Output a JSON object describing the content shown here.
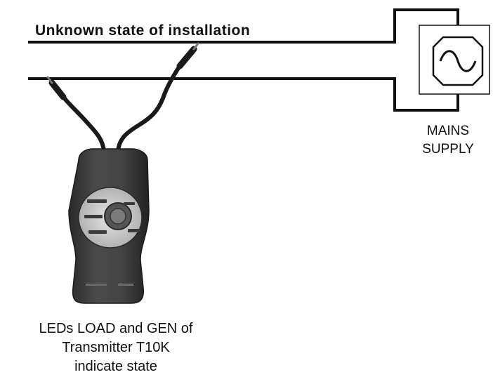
{
  "diagram": {
    "title": "Unknown state of installation",
    "mains_label": [
      "MAINS",
      "SUPPLY"
    ],
    "caption": [
      "LEDs LOAD and GEN of",
      "Transmitter T10K",
      "indicate state"
    ]
  },
  "icons": {
    "ac_source": "ac-source-icon",
    "transmitter": "transmitter-t10k-device",
    "probe": "probe-icon"
  },
  "colors": {
    "wire": "#111111",
    "device_body": "#3c3c3c",
    "device_panel": "#c8c8c8",
    "background": "#ffffff"
  }
}
